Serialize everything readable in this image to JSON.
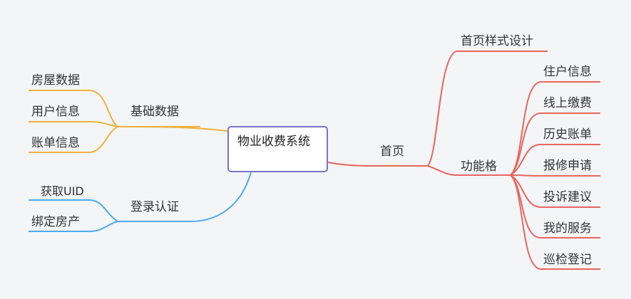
{
  "root": {
    "label": "物业收费系统"
  },
  "colors": {
    "orange": "#f0b23f",
    "blue": "#4eaaf0",
    "red": "#e8665e",
    "root_border": "#7b73c6",
    "background": "#f4f5f7"
  },
  "branches": {
    "basic_data": {
      "label": "基础数据",
      "children": [
        "房屋数据",
        "用户信息",
        "账单信息"
      ]
    },
    "login_auth": {
      "label": "登录认证",
      "children": [
        "获取UID",
        "绑定房产"
      ]
    },
    "home": {
      "label": "首页",
      "children": {
        "style_design": {
          "label": "首页样式设计"
        },
        "function_grid": {
          "label": "功能格",
          "children": [
            "住户信息",
            "线上缴费",
            "历史账单",
            "报修申请",
            "投诉建议",
            "我的服务",
            "巡检登记"
          ]
        }
      }
    }
  }
}
